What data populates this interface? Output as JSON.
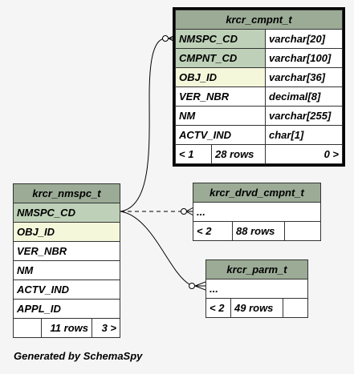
{
  "tables": {
    "cmpnt": {
      "name": "krcr_cmpnt_t",
      "rows": [
        {
          "col": "NMSPC_CD",
          "type": "varchar[20]"
        },
        {
          "col": "CMPNT_CD",
          "type": "varchar[100]"
        },
        {
          "col": "OBJ_ID",
          "type": "varchar[36]"
        },
        {
          "col": "VER_NBR",
          "type": "decimal[8]"
        },
        {
          "col": "NM",
          "type": "varchar[255]"
        },
        {
          "col": "ACTV_IND",
          "type": "char[1]"
        }
      ],
      "parents": "< 1",
      "row_count": "28 rows",
      "children": "0 >"
    },
    "nmspc": {
      "name": "krcr_nmspc_t",
      "rows": [
        "NMSPC_CD",
        "OBJ_ID",
        "VER_NBR",
        "NM",
        "ACTV_IND",
        "APPL_ID"
      ],
      "row_count": "11 rows",
      "children": "3 >"
    },
    "drvd": {
      "name": "krcr_drvd_cmpnt_t",
      "row": "...",
      "parents": "< 2",
      "row_count": "88 rows"
    },
    "parm": {
      "name": "krcr_parm_t",
      "row": "...",
      "parents": "< 2",
      "row_count": "49 rows"
    }
  },
  "footer": "Generated by SchemaSpy"
}
